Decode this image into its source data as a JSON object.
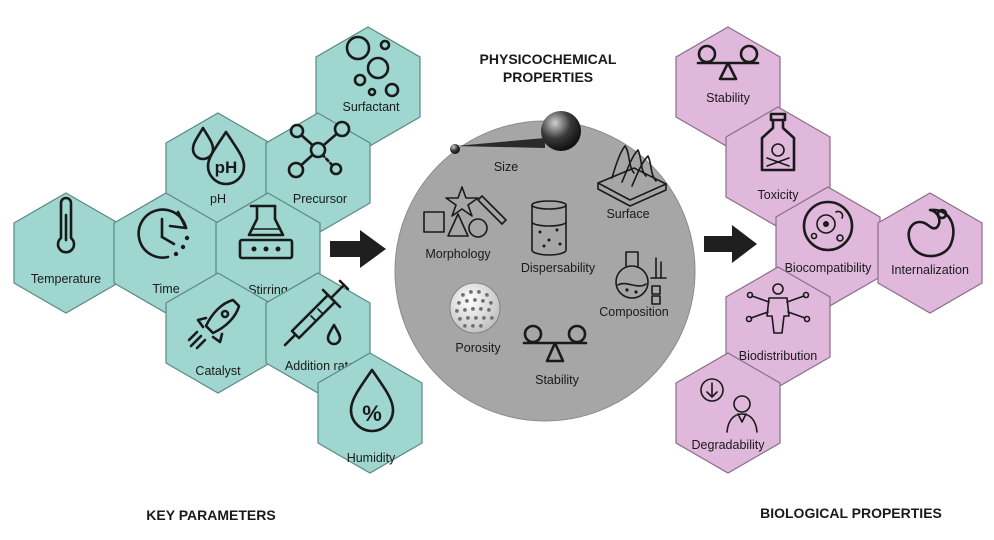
{
  "titles": {
    "key_parameters": "KEY PARAMETERS",
    "physicochemical_line1": "PHYSICOCHEMICAL",
    "physicochemical_line2": "PROPERTIES",
    "biological": "BIOLOGICAL PROPERTIES"
  },
  "key_parameters": {
    "surfactant": "Surfactant",
    "ph": "pH",
    "ph_icon_text": "pH",
    "precursor": "Precursor",
    "temperature": "Temperature",
    "time": "Time",
    "stirring": "Stirring",
    "catalyst": "Catalyst",
    "addition_rate": "Addition rate",
    "humidity": "Humidity",
    "humidity_icon_text": "%"
  },
  "physicochemical": {
    "size": "Size",
    "surface": "Surface",
    "morphology": "Morphology",
    "dispersability": "Dispersability",
    "composition": "Composition",
    "porosity": "Porosity",
    "stability": "Stability"
  },
  "biological": {
    "stability": "Stability",
    "toxicity": "Toxicity",
    "biocompatibility": "Biocompatibility",
    "internalization": "Internalization",
    "biodistribution": "Biodistribution",
    "degradability": "Degradability"
  },
  "colors": {
    "teal_hex": "#9fd6cf",
    "pink_hex": "#e0b8dc",
    "circle_gray": "#a6a6a6",
    "arrow": "#1f1f1f"
  }
}
